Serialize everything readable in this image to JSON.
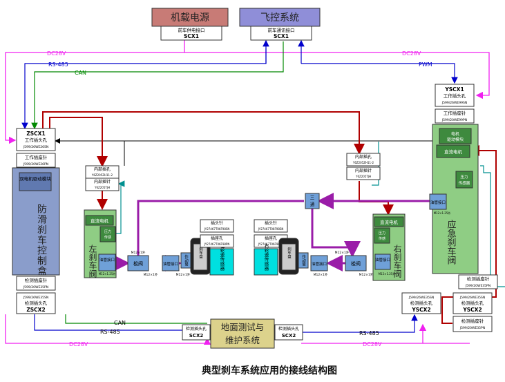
{
  "title": "典型刹车系统应用的接线结构图",
  "units": {
    "power": "机载电源",
    "flight": "飞控系统",
    "ground": "地面测试与维护系统",
    "left_ctrl": "防滑刹车控制盒",
    "emergency": "应急刹车阀",
    "left_valve": "左刹车阀",
    "right_valve": "右刹车阀",
    "left_sensor": "左轮速传感器",
    "right_sensor": "右轮速传感器",
    "tee": "三通",
    "shuttle_l": "梭阀",
    "shuttle_r": "梭阀",
    "act_l": "作动筒",
    "act_r": "作动筒",
    "brake_l": "刹车盘",
    "brake_r": "刹车盘"
  },
  "inner": {
    "dual_motor": "双电机驱动模块",
    "dc_motor": "直流电机",
    "pressure": "压力传感器",
    "motor_drive": "电机驱动模块",
    "oil_port": "油管接口"
  },
  "connectors": {
    "scx1": "SCX1",
    "scx2": "SCX2",
    "zscx1": "ZSCX1",
    "zscx2": "ZSCX2",
    "yscx1": "YSCX1",
    "yscx2": "YSCX2",
    "power_port": "前车供电接口",
    "comm_port": "前车通讯接口",
    "work_socket": "工作插头孔",
    "work_pin": "工作插座针",
    "test_pin": "检测插座针",
    "test_socket": "检测插头孔",
    "inner_socket": "内部插孔",
    "inner_pin": "内部插针",
    "plug_pin": "插头针",
    "socket_hole": "插座孔",
    "p_zscx1": "J599/26WE26SN",
    "p_zwork": "J599/20WE26PN",
    "p_ztest": "J599/20WE35PN",
    "p_ztest2": "J599/26WE35SN",
    "p_y1": "J599/26WE99SN",
    "p_ywork": "J599/20WE99PN",
    "p_ytest": "J599/20WE35PN",
    "p_yscx2": "J599/26WE35SN",
    "p_ytest3": "J599/26WE35SN",
    "p_ytest4": "J599/20WE35PN",
    "p_inner_a": "Y6Z205ZH11-2",
    "p_inner_b": "Y6Z205TJH",
    "p_sensor_pin": "JY27467T06F98SN",
    "p_sensor_sock": "JY27467T06F98PN",
    "p_m12": "M12×1.25外",
    "p_m12b": "M12×1外"
  },
  "signals": {
    "dc28v": "DC28V",
    "rs485": "RS-485",
    "can": "CAN",
    "pwm": "PWM"
  },
  "colors": {
    "power_fill": "#c87b76",
    "flight_fill": "#8f8ed8",
    "ground_fill": "#dcd28c",
    "ctrl_fill": "#8a9dcb",
    "valve_fill": "#8fcd84",
    "sensor_fill": "#00e0e0",
    "port_fill": "#6fa0d8",
    "dc28v": "#f020f0",
    "rs485": "#0000cc",
    "can": "#008800",
    "pwm": "#0000cc",
    "hydraulic": "#9a1ca8",
    "motor": "#b00000",
    "sense": "#009090"
  }
}
